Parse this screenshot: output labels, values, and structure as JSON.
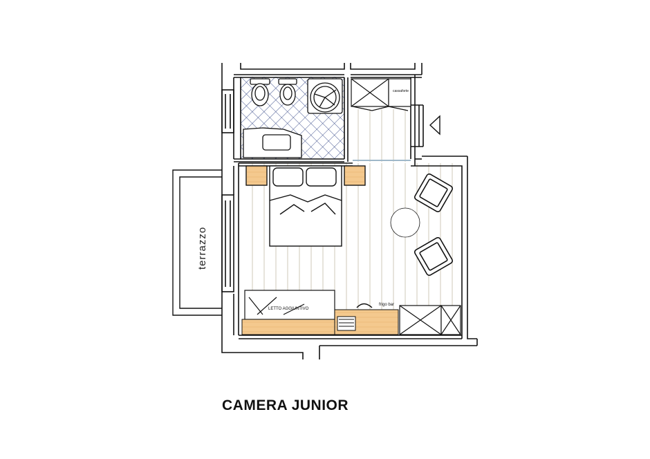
{
  "plan": {
    "title": "CAMERA JUNIOR",
    "labels": {
      "terrace": "terrazzo",
      "extra_bed": "LETTO AGGIUNTIVO",
      "minibar": "frigo bar",
      "safe": "cassaforte"
    },
    "colors": {
      "wall": "#111111",
      "wood_floor_line": "#c9c2b4",
      "furniture_wood": "#f4c98e",
      "bathroom_tile": "#3d4f8c",
      "glass": "#9fb8c9"
    }
  }
}
